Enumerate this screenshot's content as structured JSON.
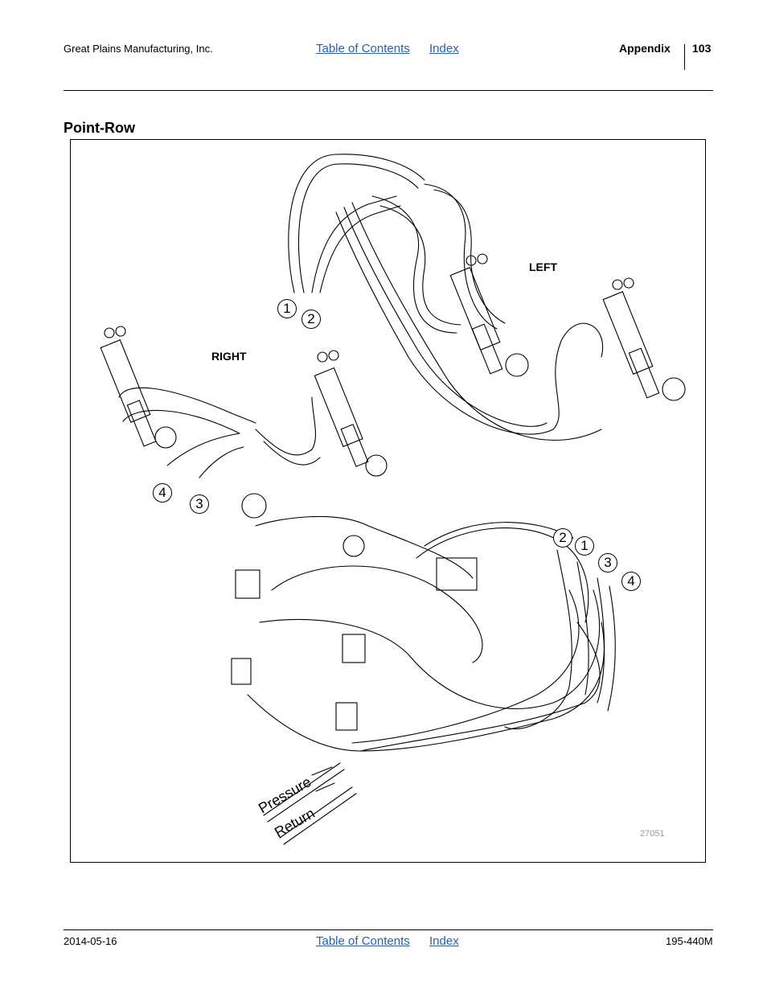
{
  "header": {
    "company": "Great Plains Manufacturing, Inc.",
    "toc_link": "Table of Contents",
    "index_link": "Index",
    "section": "Appendix",
    "page_number": "103"
  },
  "section_title": "Point-Row",
  "figure": {
    "label_left": "LEFT",
    "label_right": "RIGHT",
    "callouts_top": [
      "1",
      "2"
    ],
    "callouts_right_cyl": [
      "4",
      "3"
    ],
    "callouts_valve": [
      "2",
      "1",
      "3",
      "4"
    ],
    "pressure_label": "Pressure",
    "return_label": "Return",
    "figure_number": "27051"
  },
  "footer": {
    "date": "2014-05-16",
    "toc_link": "Table of Contents",
    "index_link": "Index",
    "doc_number": "195-440M"
  }
}
